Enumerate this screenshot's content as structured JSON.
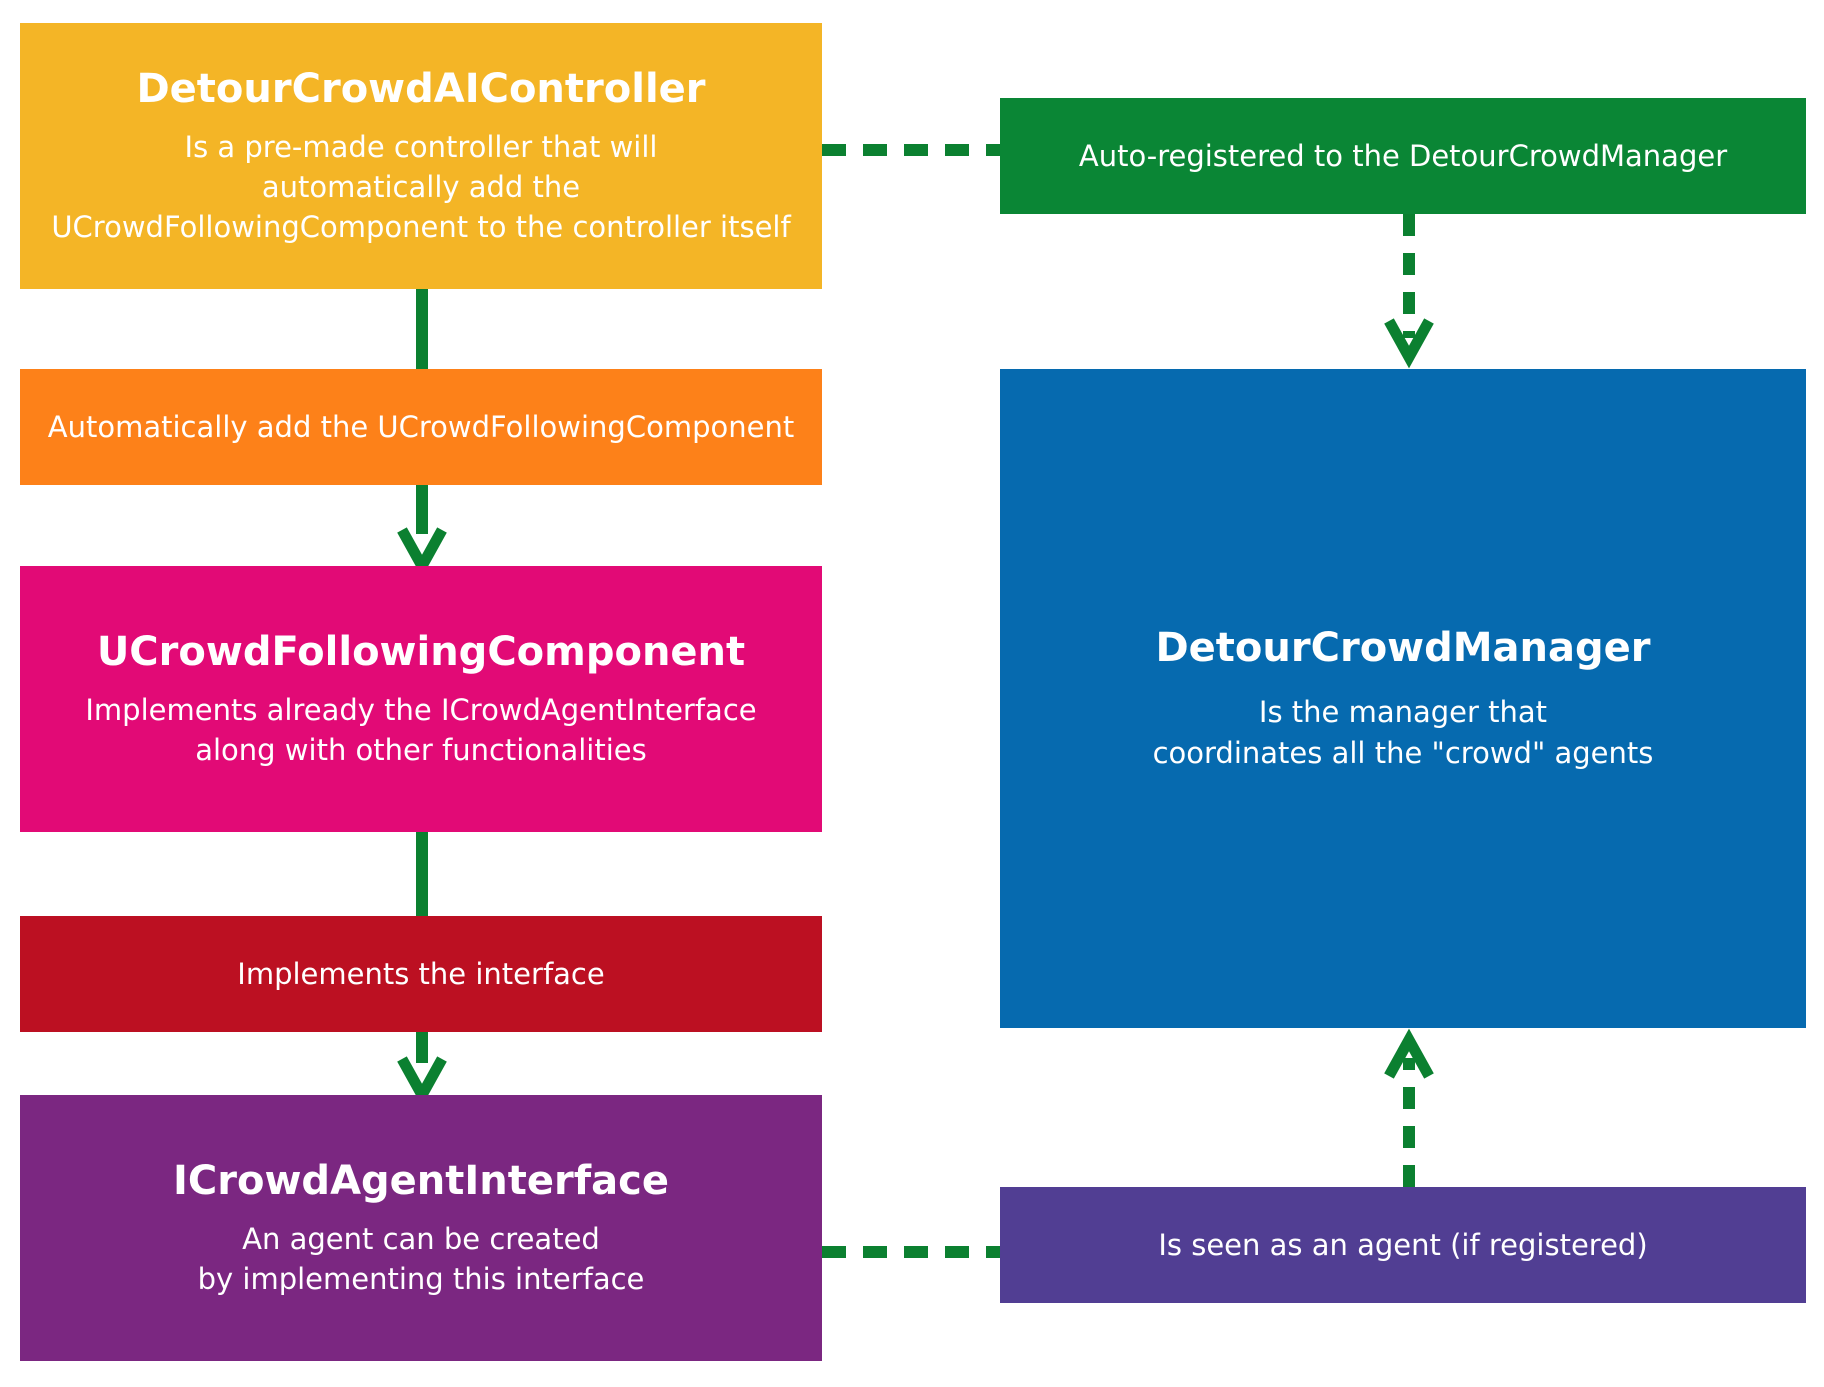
{
  "colors": {
    "controller": "#f4b526",
    "add_component": "#fd8119",
    "component": "#e20a76",
    "implements": "#bc1022",
    "interface": "#7b2781",
    "auto_registered": "#0a8635",
    "manager": "#066aaf",
    "agent": "#513e93",
    "connector": "#0b8030"
  },
  "nodes": {
    "controller": {
      "title": "DetourCrowdAIController",
      "description": "Is a pre-made controller that will\nautomatically add the\nUCrowdFollowingComponent to the controller itself"
    },
    "add_component": {
      "label": "Automatically add the UCrowdFollowingComponent"
    },
    "component": {
      "title": "UCrowdFollowingComponent",
      "description": "Implements already the  ICrowdAgentInterface\nalong with other functionalities"
    },
    "implements": {
      "label": "Implements the interface"
    },
    "interface": {
      "title": "ICrowdAgentInterface",
      "description": "An agent can be created\nby implementing this interface"
    },
    "auto_registered": {
      "label": "Auto-registered to the DetourCrowdManager"
    },
    "manager": {
      "title": "DetourCrowdManager",
      "description": "Is the manager that\ncoordinates all the \"crowd\" agents"
    },
    "agent": {
      "label": "Is seen as an agent (if registered)"
    }
  },
  "edges": [
    {
      "from": "controller",
      "to": "add_component",
      "style": "solid",
      "arrow": false
    },
    {
      "from": "add_component",
      "to": "component",
      "style": "solid",
      "arrow": true
    },
    {
      "from": "component",
      "to": "implements",
      "style": "solid",
      "arrow": false
    },
    {
      "from": "implements",
      "to": "interface",
      "style": "solid",
      "arrow": true
    },
    {
      "from": "controller",
      "to": "auto_registered",
      "style": "dashed",
      "arrow": false
    },
    {
      "from": "auto_registered",
      "to": "manager",
      "style": "dashed",
      "arrow": true
    },
    {
      "from": "interface",
      "to": "agent",
      "style": "dashed",
      "arrow": false
    },
    {
      "from": "agent",
      "to": "manager",
      "style": "dashed",
      "arrow": true
    }
  ]
}
